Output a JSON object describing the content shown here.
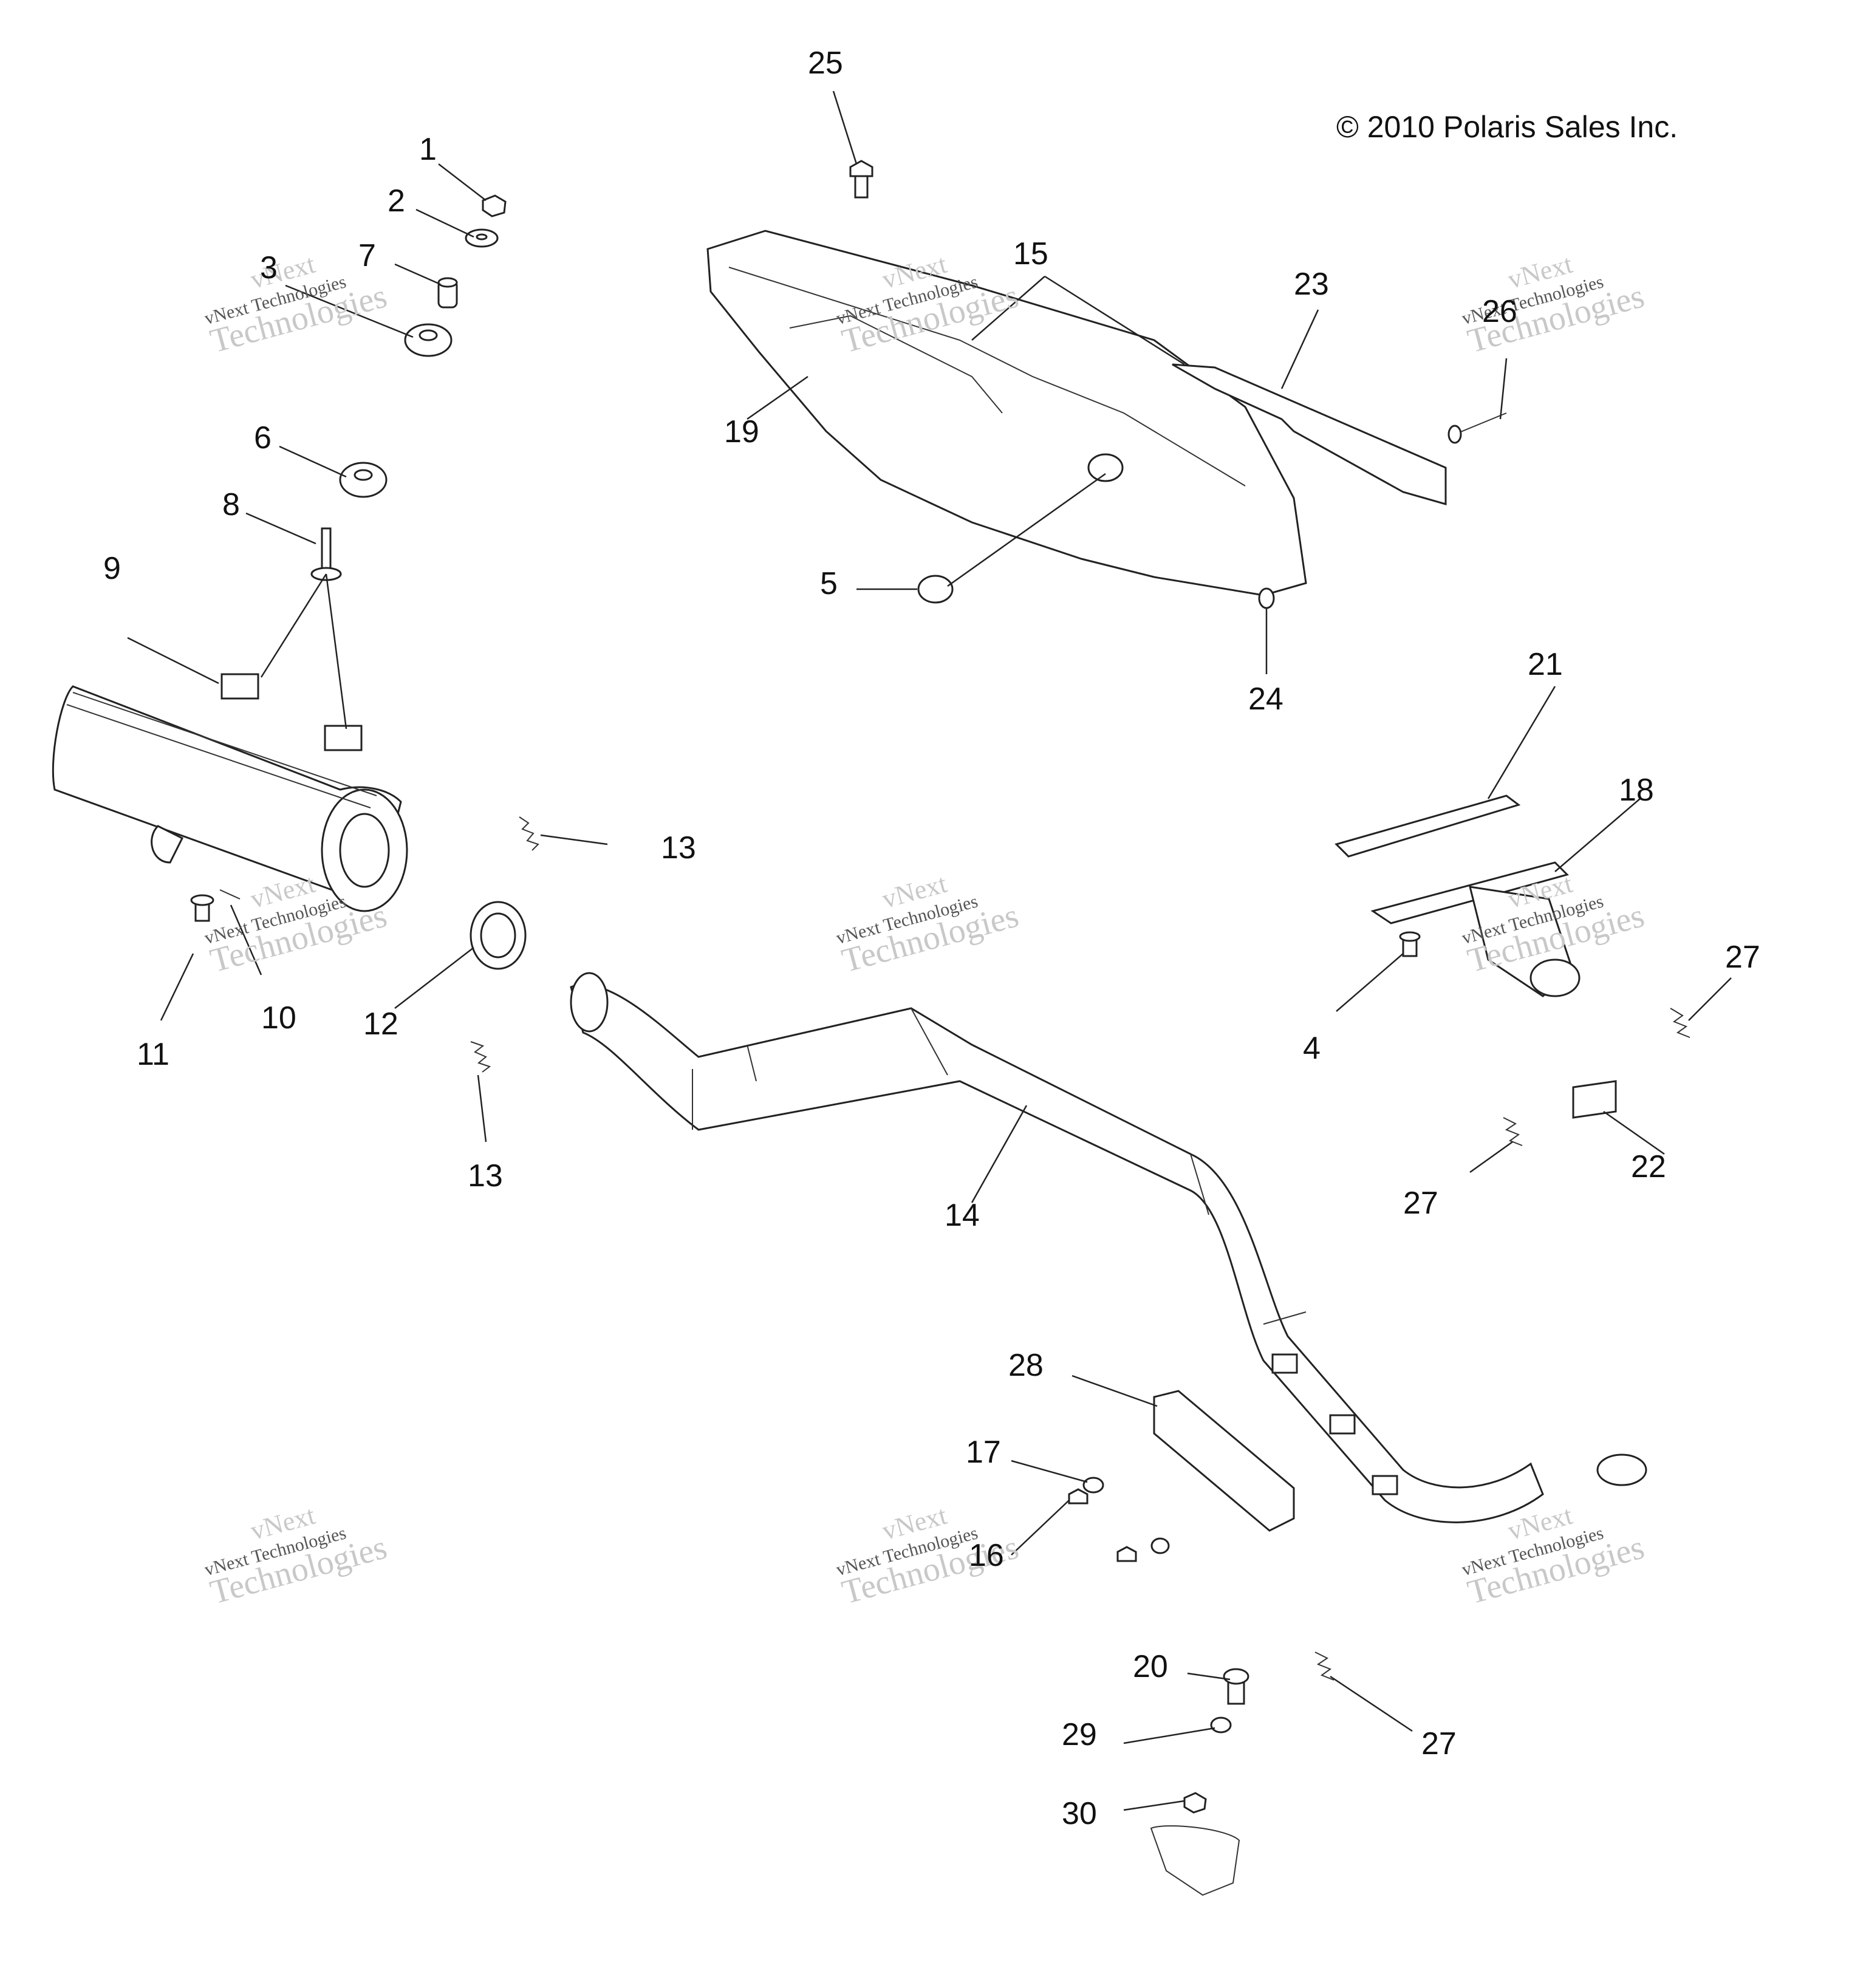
{
  "copyright": "© 2010 Polaris Sales Inc.",
  "watermark": {
    "line1": "vNext",
    "line2": "vNext Technologies",
    "line3": "Technologies"
  },
  "callouts": [
    "1",
    "2",
    "3",
    "7",
    "6",
    "8",
    "9",
    "10",
    "11",
    "12",
    "13",
    "13",
    "14",
    "5",
    "15",
    "19",
    "23",
    "25",
    "26",
    "24",
    "21",
    "18",
    "4",
    "27",
    "22",
    "27",
    "28",
    "17",
    "16",
    "20",
    "29",
    "30",
    "27"
  ]
}
